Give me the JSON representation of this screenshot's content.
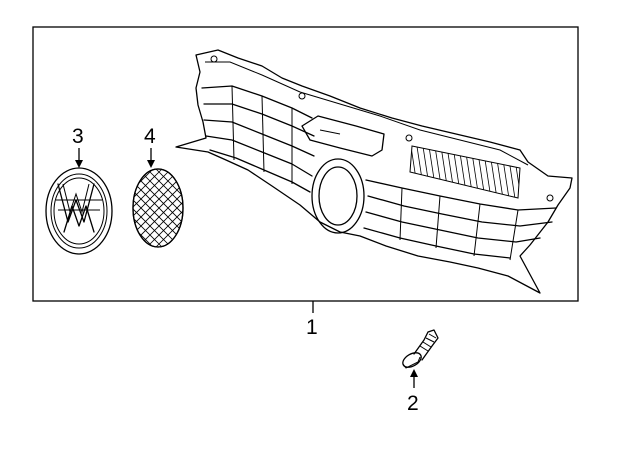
{
  "diagram": {
    "callouts": [
      {
        "id": "1",
        "label": "1"
      },
      {
        "id": "2",
        "label": "2"
      },
      {
        "id": "3",
        "label": "3"
      },
      {
        "id": "4",
        "label": "4"
      }
    ],
    "colors": {
      "line": "#000000",
      "background": "#ffffff",
      "part_fill": "#ffffff"
    }
  }
}
